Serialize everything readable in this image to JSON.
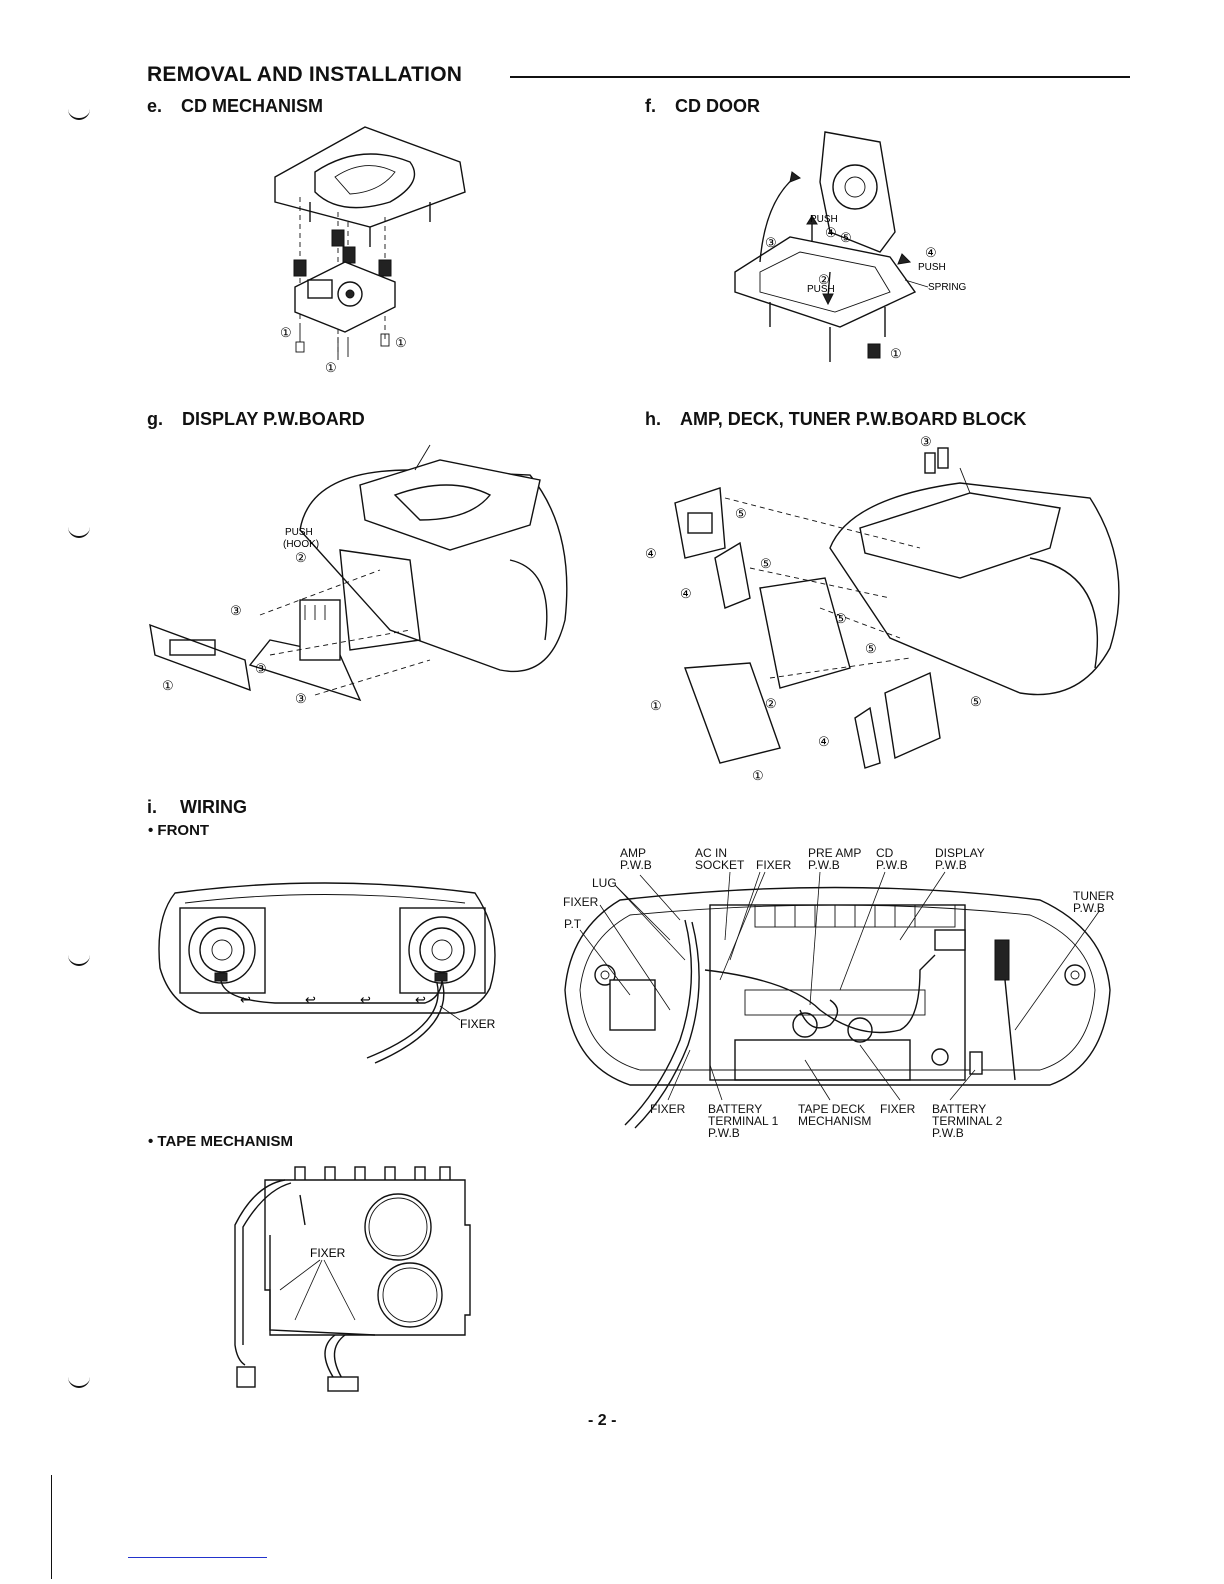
{
  "header": {
    "title": "REMOVAL AND INSTALLATION"
  },
  "sections": {
    "e": {
      "label": "e.",
      "title": "CD MECHANISM"
    },
    "f": {
      "label": "f.",
      "title": "CD DOOR"
    },
    "g": {
      "label": "g.",
      "title": "DISPLAY P.W.BOARD"
    },
    "h": {
      "label": "h.",
      "title": "AMP, DECK, TUNER P.W.BOARD BLOCK"
    },
    "i": {
      "label": "i.",
      "title": "WIRING"
    }
  },
  "subsections": {
    "front": "• FRONT",
    "tape": "• TAPE MECHANISM"
  },
  "cd_door_labels": {
    "push_a": "PUSH",
    "push_b": "PUSH",
    "push_c": "PUSH",
    "spring": "SPRING"
  },
  "display_labels": {
    "push": "PUSH",
    "hook": "(HOOK)"
  },
  "step_markers": {
    "one": "①",
    "two": "②",
    "three": "③",
    "four": "④",
    "five": "⑤"
  },
  "wiring_labels": {
    "amp": "AMP",
    "amp_pwb": "P.W.B",
    "ac_in": "AC IN",
    "socket": "SOCKET",
    "fixer_top": "FIXER",
    "pre_amp": "PRE AMP",
    "pre_amp_pwb": "P.W.B",
    "cd": "CD",
    "cd_pwb": "P.W.B",
    "display": "DISPLAY",
    "display_pwb": "P.W.B",
    "lug": "LUG",
    "fixer_left": "FIXER",
    "pt": "P.T",
    "tuner": "TUNER",
    "tuner_pwb": "P.W.B",
    "fixer_bottom_1": "FIXER",
    "battery_1": "BATTERY",
    "terminal_1": "TERMINAL 1",
    "terminal_1_pwb": "P.W.B",
    "tape_deck": "TAPE DECK",
    "mechanism": "MECHANISM",
    "fixer_bottom_2": "FIXER",
    "battery_2": "BATTERY",
    "terminal_2": "TERMINAL 2",
    "terminal_2_pwb": "P.W.B"
  },
  "front_labels": {
    "fixer": "FIXER"
  },
  "tape_labels": {
    "fixer": "FIXER"
  },
  "footer": {
    "page_number": "- 2 -"
  }
}
